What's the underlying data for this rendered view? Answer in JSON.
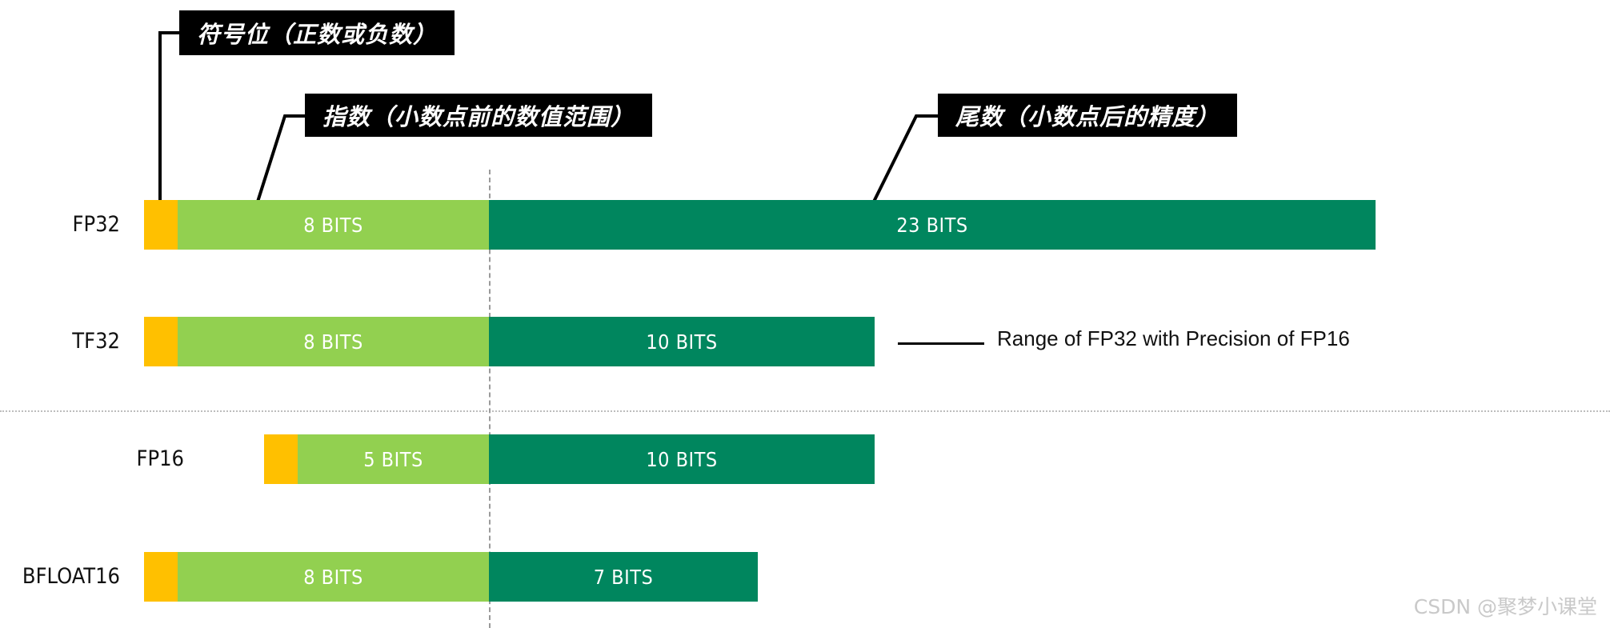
{
  "callouts": {
    "sign": "符号位（正数或负数）",
    "exponent": "指数（小数点前的数值范围）",
    "mantissa": "尾数（小数点后的精度）"
  },
  "rows": [
    {
      "name": "FP32",
      "label": "FP32",
      "sign_label": "",
      "exponent_label": "8 BITS",
      "mantissa_label": "23 BITS"
    },
    {
      "name": "TF32",
      "label": "TF32",
      "sign_label": "",
      "exponent_label": "8 BITS",
      "mantissa_label": "10 BITS"
    },
    {
      "name": "FP16",
      "label": "FP16",
      "sign_label": "",
      "exponent_label": "5 BITS",
      "mantissa_label": "10 BITS"
    },
    {
      "name": "BFLOAT16",
      "label": "BFLOAT16",
      "sign_label": "",
      "exponent_label": "8 BITS",
      "mantissa_label": "7 BITS"
    }
  ],
  "annotations": {
    "tf32_note": "Range of FP32 with Precision of FP16"
  },
  "watermark": "CSDN @聚梦小课堂",
  "colors": {
    "sign": "#FFC000",
    "exponent": "#92D050",
    "mantissa": "#00865E",
    "callout_bg": "#000000",
    "callout_text": "#FFFFFF",
    "guide": "#9A9A9A",
    "watermark": "#C9C9C9"
  },
  "chart_data": {
    "type": "bar",
    "title": "Floating point format bit layouts",
    "categories": [
      "FP32",
      "TF32",
      "FP16",
      "BFLOAT16"
    ],
    "series": [
      {
        "name": "sign",
        "values": [
          1,
          1,
          1,
          1
        ],
        "color": "#FFC000"
      },
      {
        "name": "exponent",
        "values": [
          8,
          8,
          5,
          8
        ],
        "color": "#92D050"
      },
      {
        "name": "mantissa",
        "values": [
          23,
          10,
          10,
          7
        ],
        "color": "#00865E"
      }
    ],
    "xlabel": "",
    "ylabel": "",
    "legend": [
      "符号位（正数或负数）",
      "指数（小数点前的数值范围）",
      "尾数（小数点后的精度）"
    ],
    "grid": false,
    "annotations": [
      "Range of FP32 with Precision of FP16"
    ]
  }
}
